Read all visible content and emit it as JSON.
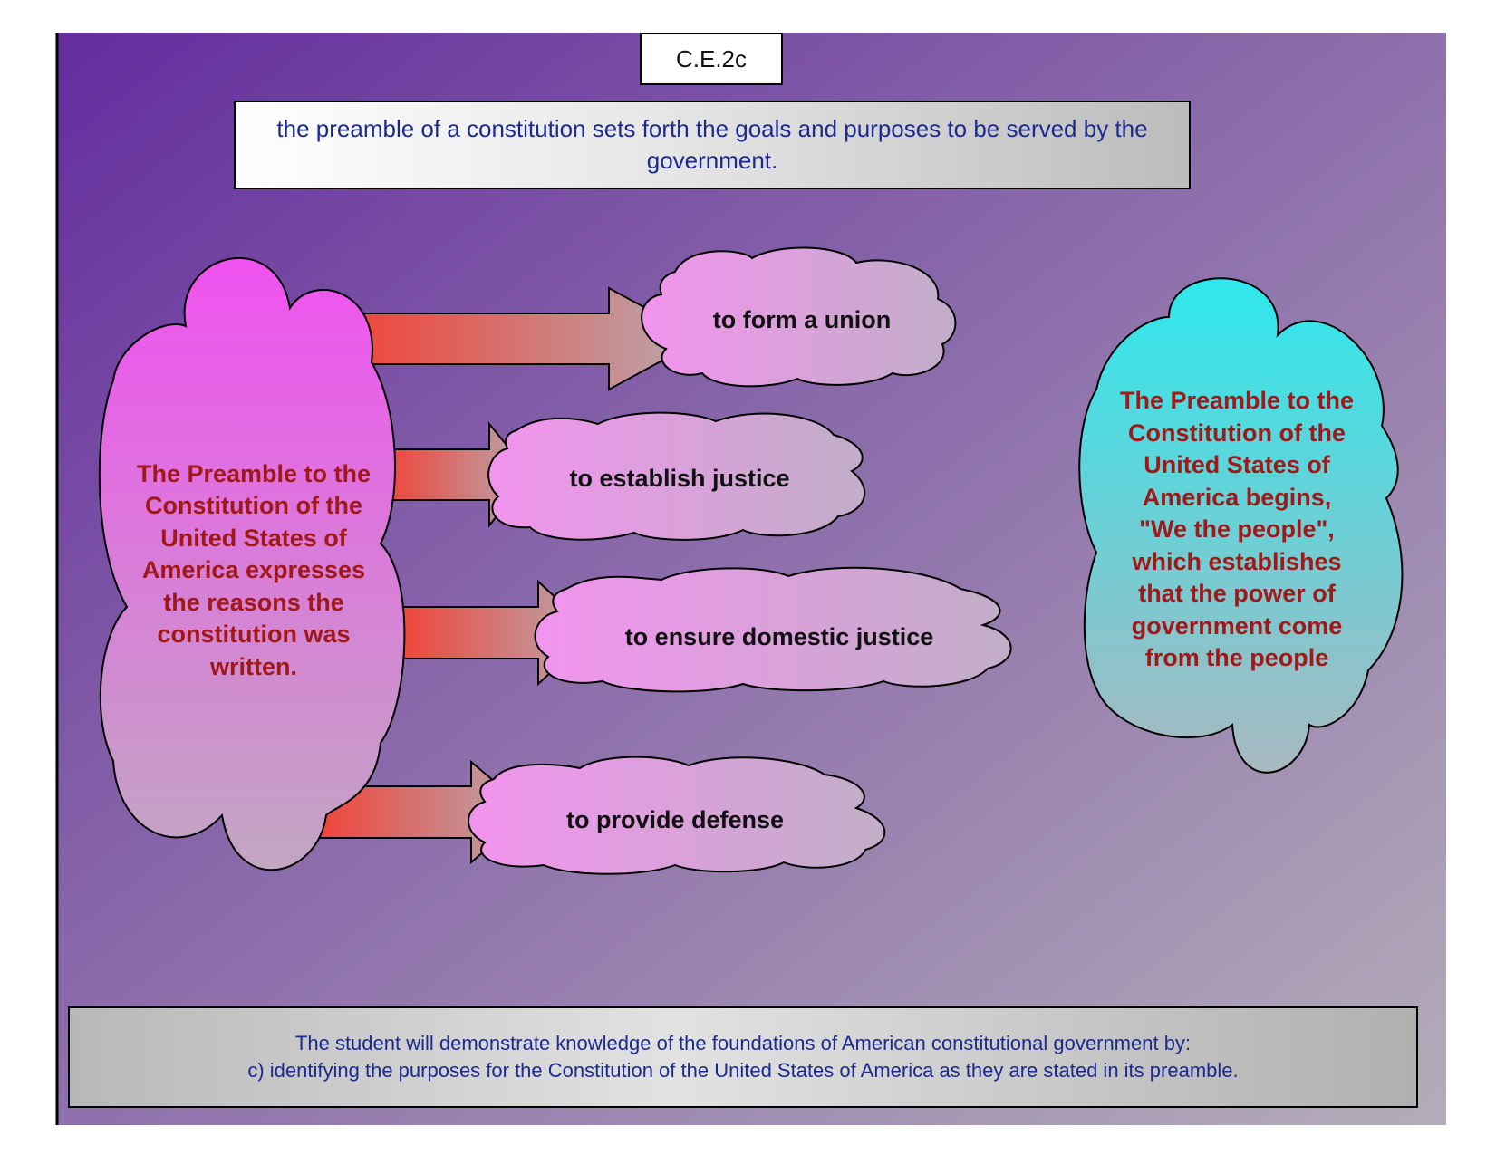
{
  "standard_code": "C.E.2c",
  "top_statement": "the preamble of a constitution sets forth the goals and purposes to be served by the government.",
  "left_cloud_text": "The Preamble to the Constitution of the United States of America expresses the reasons the constitution was written.",
  "right_cloud_text": "The Preamble to the Constitution of the United States of America begins, \"We the people\", which establishes that the power of government come from the people",
  "purposes": [
    "to form a union",
    "to establish justice",
    "to ensure domestic justice",
    "to provide defense"
  ],
  "bottom_statement": {
    "line1": "The student will demonstrate knowledge of the foundations of American constitutional government by:",
    "line2": "c) identifying the purposes for the Constitution of the United States of America as they are stated in its preamble."
  },
  "colors": {
    "background_start": "#642c9e",
    "background_end": "#b4adb9",
    "left_cloud_top": "#f052f0",
    "left_cloud_bottom": "#c2a7c2",
    "right_cloud_top": "#2ee8ec",
    "right_cloud_bottom": "#a8b8c0",
    "purpose_cloud_left": "#f294ee",
    "purpose_cloud_right": "#c2aec8",
    "arrow_start": "#f04438",
    "arrow_end": "#b8a8b0",
    "cloud_text": "#a01818",
    "box_text": "#1b2a8f"
  }
}
